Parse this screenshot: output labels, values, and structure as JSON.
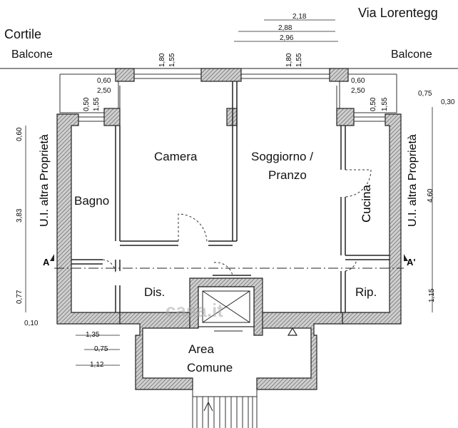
{
  "labels": {
    "street": "Via Lorentegg",
    "cortile": "Cortile",
    "balcone_left": "Balcone",
    "balcone_right": "Balcone",
    "camera": "Camera",
    "soggiorno_line1": "Soggiorno /",
    "soggiorno_line2": "Pranzo",
    "bagno": "Bagno",
    "cucina": "Cucina",
    "dis": "Dis.",
    "rip": "Rip.",
    "area_line1": "Area",
    "area_line2": "Comune",
    "ui_left": "U.I. altra Proprietà",
    "ui_right": "U.I. altra Proprietà",
    "section_a": "A",
    "section_a_prime": "A'",
    "watermark": "casa.it"
  },
  "dimensions": {
    "top_2_18": "2,18",
    "top_2_88": "2,88",
    "top_2_96": "2,96",
    "win_left_180": "1,80",
    "win_left_155": "1,55",
    "win_right_180": "1,80",
    "win_right_155": "1,55",
    "bal_l_060": "0,60",
    "bal_l_250": "2,50",
    "bal_r_060": "0,60",
    "bal_r_250": "2,50",
    "l_050": "0,50",
    "l_155": "1,55",
    "r_050": "0,50",
    "r_155": "1,55",
    "right_075": "0,75",
    "right_030": "0,30",
    "right_460": "4,60",
    "right_115": "1,15",
    "left_060": "0,60",
    "left_383": "3,83",
    "left_077": "0,77",
    "left_010": "0,10",
    "bot_135": "1,35",
    "bot_075": "0,75",
    "bot_112": "1,12"
  }
}
